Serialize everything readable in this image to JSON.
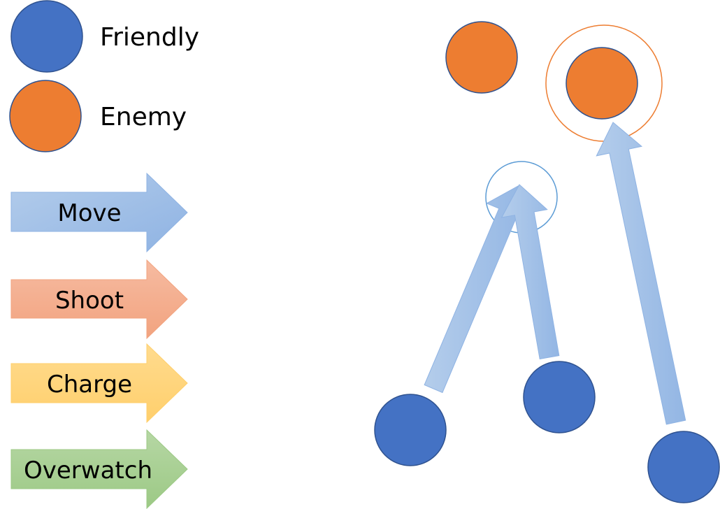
{
  "legend": {
    "units": [
      {
        "key": "friendly",
        "label": "Friendly",
        "fill": "#4472C4",
        "stroke": "#2F528F"
      },
      {
        "key": "enemy",
        "label": "Enemy",
        "fill": "#ED7D31",
        "stroke": "#2F528F"
      }
    ],
    "actions": [
      {
        "key": "move",
        "label": "Move",
        "fill_light": "#B4CDEB",
        "fill_dark": "#8FB3E3",
        "stroke": "#8FB3E3"
      },
      {
        "key": "shoot",
        "label": "Shoot",
        "fill_light": "#F6BBA1",
        "fill_dark": "#F2A37F",
        "stroke": "#F2A37F"
      },
      {
        "key": "charge",
        "label": "Charge",
        "fill_light": "#FFDB8E",
        "fill_dark": "#FFCF6C",
        "stroke": "#FFCF6C"
      },
      {
        "key": "overwatch",
        "label": "Overwatch",
        "fill_light": "#B6D7A4",
        "fill_dark": "#9CC985",
        "stroke": "#9CC985"
      }
    ]
  },
  "scene": {
    "enemies": [
      {
        "id": "enemy-1",
        "targeted": false
      },
      {
        "id": "enemy-2",
        "targeted": true,
        "target_ring_color": "#ED7D31"
      }
    ],
    "friendlies": [
      {
        "id": "friendly-1"
      },
      {
        "id": "friendly-2"
      },
      {
        "id": "friendly-3"
      }
    ],
    "move_destination_ring_color": "#5B9BD5",
    "orders": [
      {
        "from": "friendly-1",
        "action": "move",
        "to": "move-destination"
      },
      {
        "from": "friendly-2",
        "action": "move",
        "to": "move-destination"
      },
      {
        "from": "friendly-3",
        "action": "move",
        "to": "enemy-2"
      }
    ]
  }
}
